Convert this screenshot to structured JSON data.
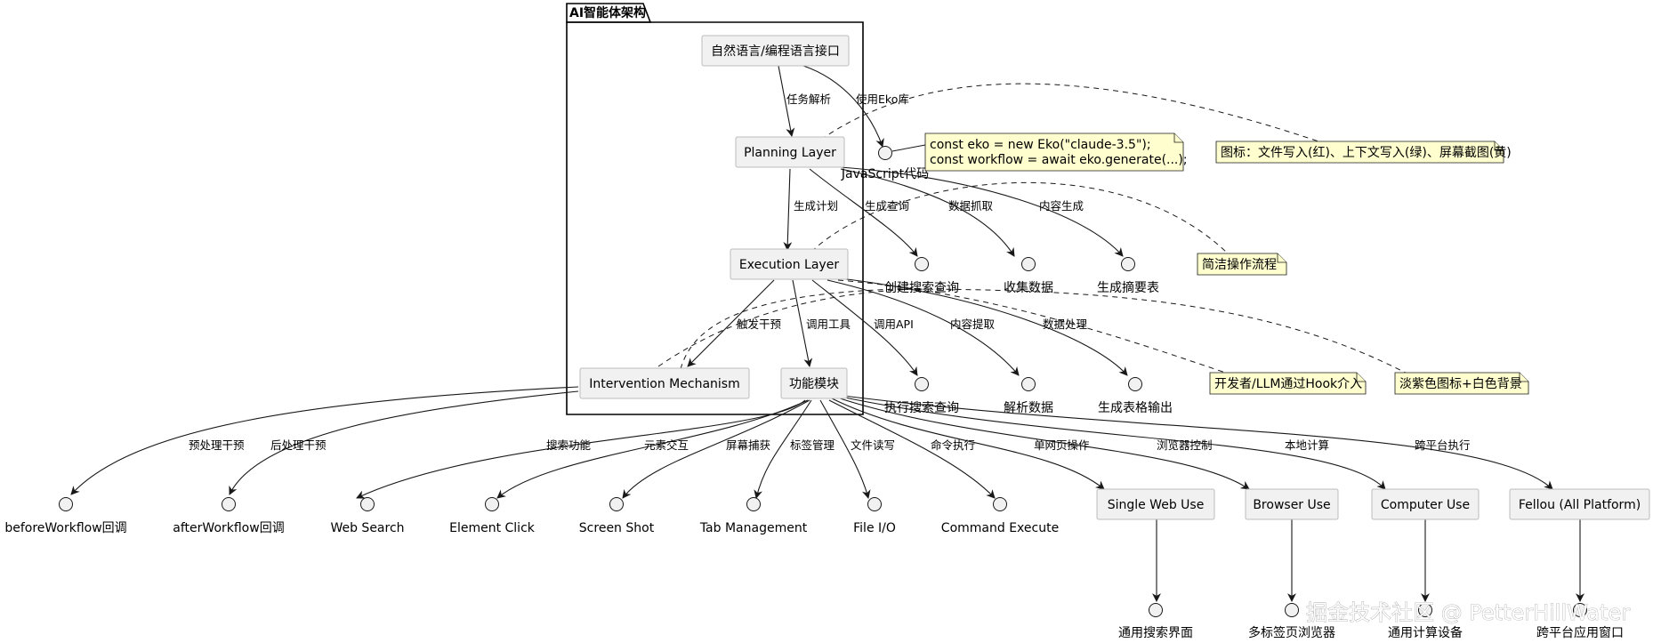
{
  "package": {
    "title": "AI智能体架构"
  },
  "nodes": {
    "interface": "自然语言/编程语言接口",
    "planning": "Planning Layer",
    "execution": "Execution Layer",
    "intervention": "Intervention Mechanism",
    "modules": "功能模块",
    "single_web": "Single Web Use",
    "browser_use": "Browser Use",
    "computer_use": "Computer Use",
    "fellou": "Fellou (All Platform)"
  },
  "interfaces": {
    "js_code": "JavaScript代码",
    "create_query": "创建搜索查询",
    "collect_data": "收集数据",
    "gen_summary": "生成摘要表",
    "exec_query": "执行搜索查询",
    "parse_data": "解析数据",
    "gen_table": "生成表格输出",
    "before_wf": "beforeWorkflow回调",
    "after_wf": "afterWorkflow回调",
    "web_search": "Web Search",
    "element_click": "Element Click",
    "screen_shot": "Screen Shot",
    "tab_mgmt": "Tab Management",
    "file_io": "File I/O",
    "cmd_exec": "Command Execute",
    "search_ui": "通用搜索界面",
    "multi_tab": "多标签页浏览器",
    "computing_device": "通用计算设备",
    "cross_platform_window": "跨平台应用窗口"
  },
  "edges": {
    "task_parse": "任务解析",
    "use_eko": "使用Eko库",
    "gen_plan": "生成计划",
    "gen_query": "生成查询",
    "data_fetch": "数据抓取",
    "content_gen": "内容生成",
    "trigger": "触发干预",
    "call_tool": "调用工具",
    "call_api": "调用API",
    "content_extract": "内容提取",
    "data_proc": "数据处理",
    "pre_intervene": "预处理干预",
    "post_intervene": "后处理干预",
    "search_fn": "搜索功能",
    "element_interact": "元素交互",
    "screen_capture": "屏幕捕获",
    "tab_manage": "标签管理",
    "file_rw": "文件读写",
    "cmd_run": "命令执行",
    "single_page_op": "单网页操作",
    "browser_ctrl": "浏览器控制",
    "local_compute": "本地计算",
    "cross_platform": "跨平台执行"
  },
  "notes": {
    "code_line1": "const eko = new Eko(\"claude-3.5\");",
    "code_line2": "const workflow = await eko.generate(...);",
    "icons": "图标：文件写入(红)、上下文写入(绿)、屏幕截图(黄)",
    "concise": "简洁操作流程",
    "hook": "开发者/LLM通过Hook介入",
    "style": "淡紫色图标+白色背景"
  },
  "watermark": "掘金技术社区 @ PetterHillWater"
}
